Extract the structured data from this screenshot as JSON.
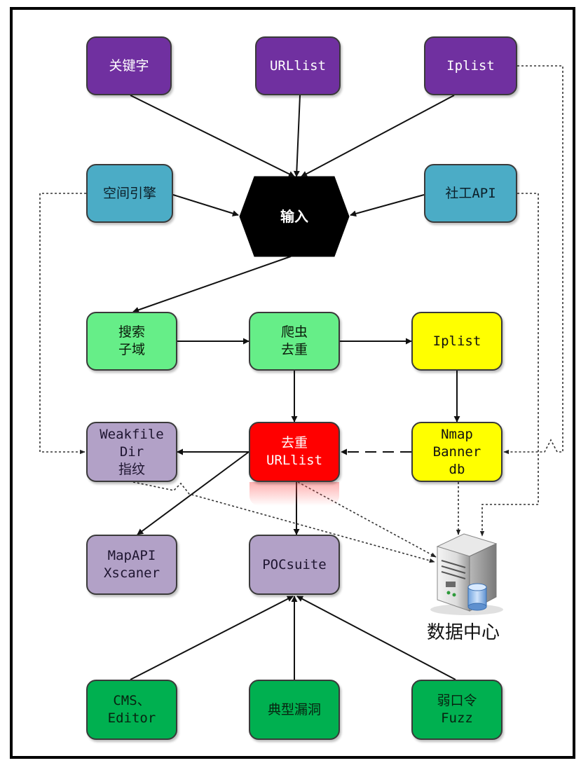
{
  "nodes": {
    "guanjianzi": {
      "lines": [
        "关键字"
      ]
    },
    "urllist": {
      "lines": [
        "URLlist"
      ]
    },
    "iplist_top": {
      "lines": [
        "Iplist"
      ]
    },
    "kongjian": {
      "lines": [
        "空间引擎"
      ]
    },
    "input": {
      "label": "输入"
    },
    "shegong": {
      "lines": [
        "社工API"
      ]
    },
    "sousuo": {
      "lines": [
        "搜索",
        "子域"
      ]
    },
    "pachong": {
      "lines": [
        "爬虫",
        "去重"
      ]
    },
    "iplist_mid": {
      "lines": [
        "Iplist"
      ]
    },
    "weakfile": {
      "lines": [
        "Weakfile",
        "Dir",
        "指纹"
      ]
    },
    "quzhong": {
      "lines": [
        "去重",
        "URLlist"
      ]
    },
    "nmap": {
      "lines": [
        "Nmap",
        "Banner",
        "db"
      ]
    },
    "mapapi": {
      "lines": [
        "MapAPI",
        "Xscaner"
      ]
    },
    "pocsuite": {
      "lines": [
        "POCsuite"
      ]
    },
    "datacenter": {
      "label": "数据中心"
    },
    "cms": {
      "lines": [
        "CMS、",
        "Editor"
      ]
    },
    "dianxing": {
      "lines": [
        "典型漏洞"
      ]
    },
    "ruokouling": {
      "lines": [
        "弱口令",
        "Fuzz"
      ]
    }
  },
  "colors": {
    "purple": "#7030a0",
    "teal": "#4bacc6",
    "light_green": "#66ee88",
    "yellow": "#ffff00",
    "red": "#ff0000",
    "lavender": "#b2a1c7",
    "dark_green": "#00b050",
    "input_hexagon": "#000000"
  },
  "icons": {
    "datacenter": "server-database-icon"
  }
}
